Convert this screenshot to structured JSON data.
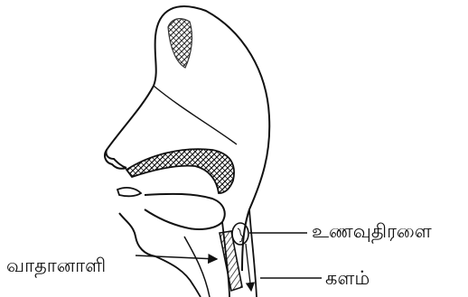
{
  "labels": {
    "bolus": "உணவுதிரளை",
    "trachea": "வாதானாளி",
    "oesophagus": "களம்"
  },
  "colors": {
    "ink": "#111111",
    "background": "#ffffff"
  }
}
